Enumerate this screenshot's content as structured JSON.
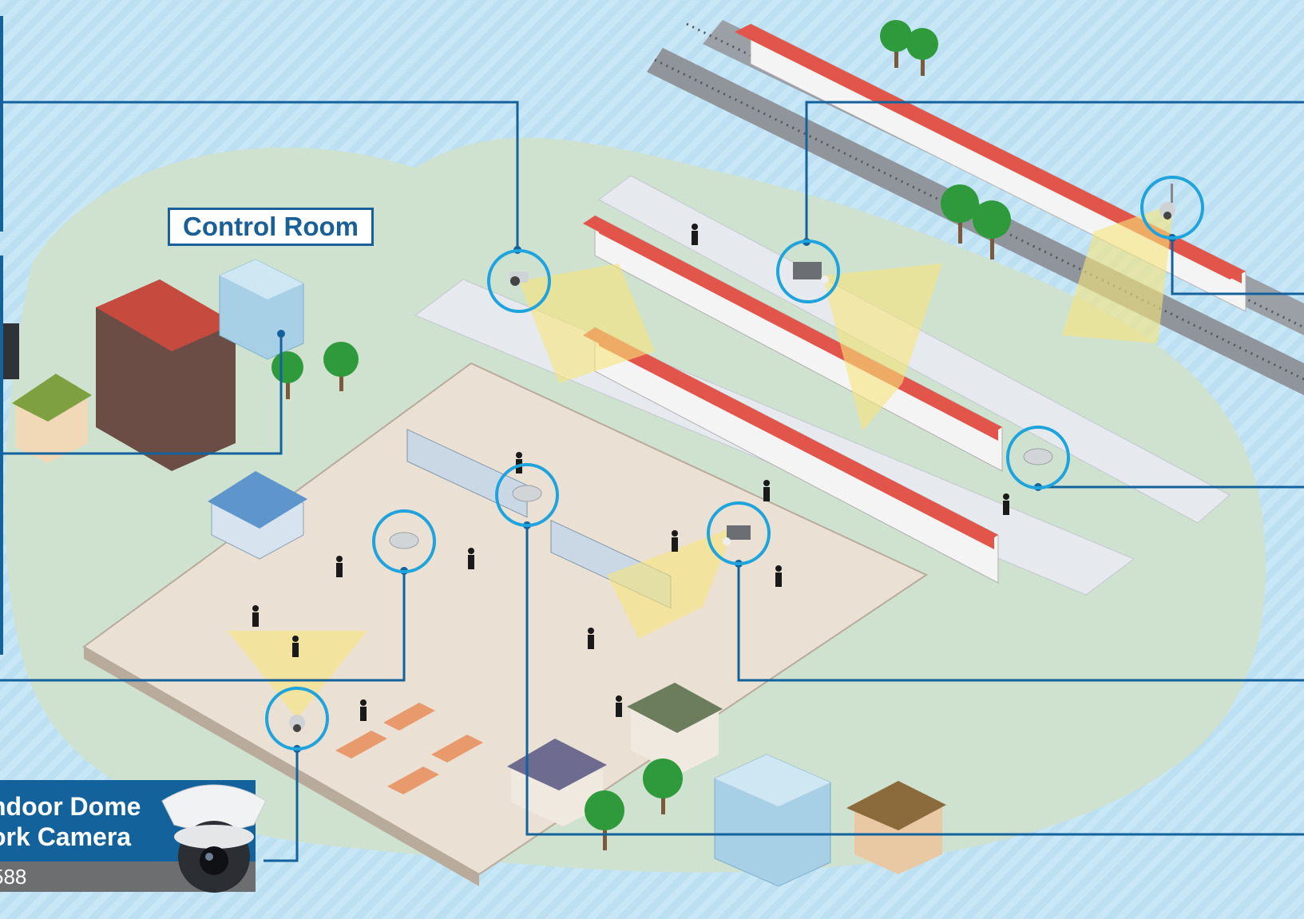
{
  "control_room": {
    "label": "Control Room"
  },
  "product": {
    "name_line1": "ndoor Dome",
    "name_line2": "ork Camera",
    "model": "588"
  },
  "colors": {
    "background": "#c7e6f6",
    "island": "#ccdfcf",
    "concourse_floor": "#eae0d4",
    "platform": "#e6eaee",
    "train_red": "#e2554a",
    "train_white": "#f4f4f4",
    "connector_line": "#14629c",
    "camera_ring": "#1fa3dc",
    "coverage_cone": "#f7e57a",
    "tree_green": "#2f9a3c"
  },
  "icons": [
    "ptz-dome-camera-icon",
    "box-camera-icon",
    "ceiling-dome-camera-icon",
    "train-icon",
    "tree-icon",
    "building-icon",
    "house-icon",
    "bench-icon",
    "ticket-gate-icon",
    "person-icon"
  ]
}
